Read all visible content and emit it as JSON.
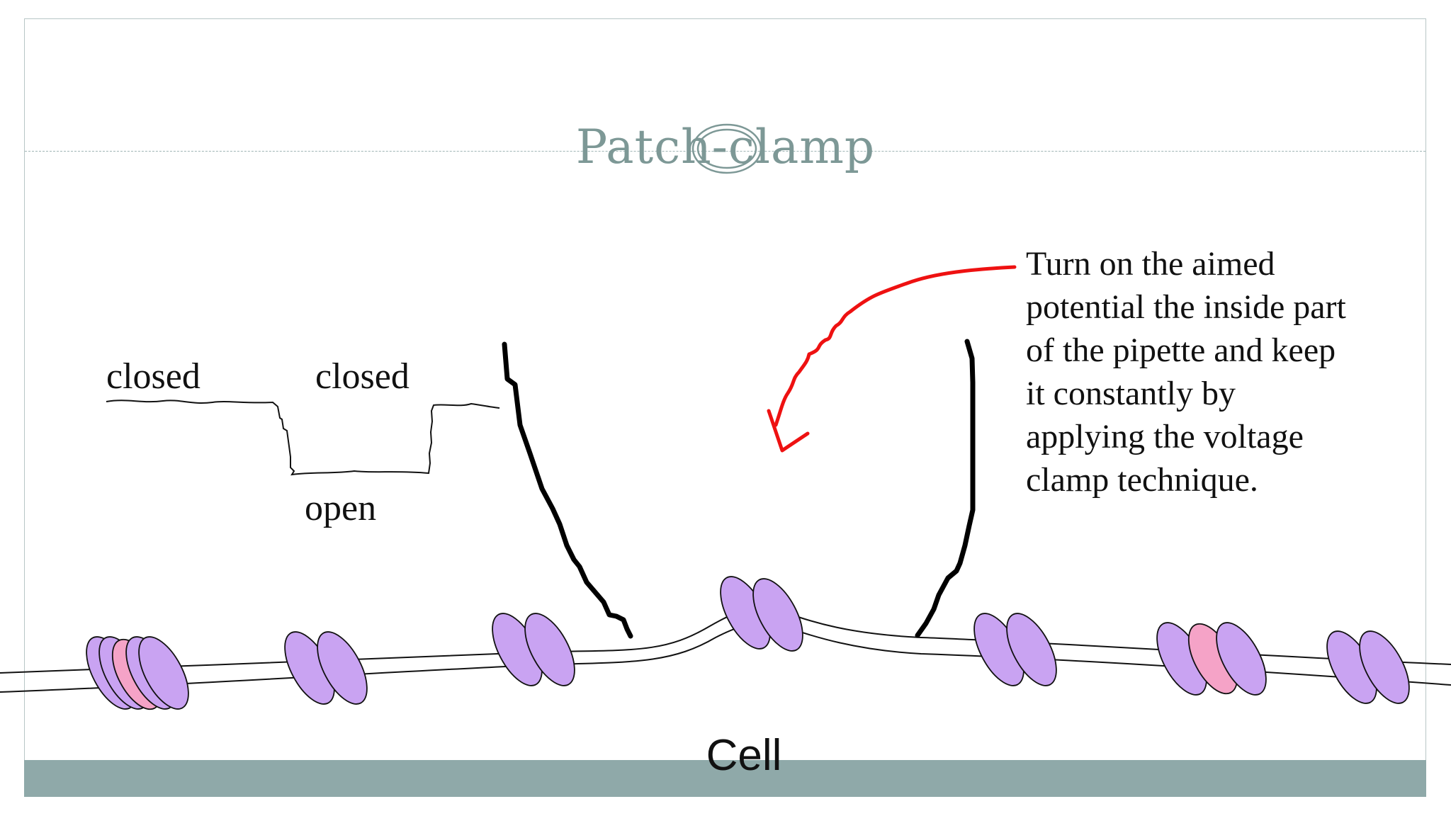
{
  "slide": {
    "title": "Patch-clamp",
    "cell_label": "Cell",
    "trace_labels": {
      "closed_left": "closed",
      "closed_right": "closed",
      "open": "open"
    },
    "caption_lines": [
      "Turn on the aimed",
      "potential the inside part",
      "of the pipette and keep",
      "it constantly by",
      "applying the voltage",
      "clamp technique."
    ]
  },
  "colors": {
    "title": "#7d9896",
    "cell_band": "#8fa9a9",
    "channel_purple": "#c9a3f2",
    "channel_pink": "#f5a3c7",
    "arrow_red": "#ee1111",
    "pipette": "#000000"
  }
}
